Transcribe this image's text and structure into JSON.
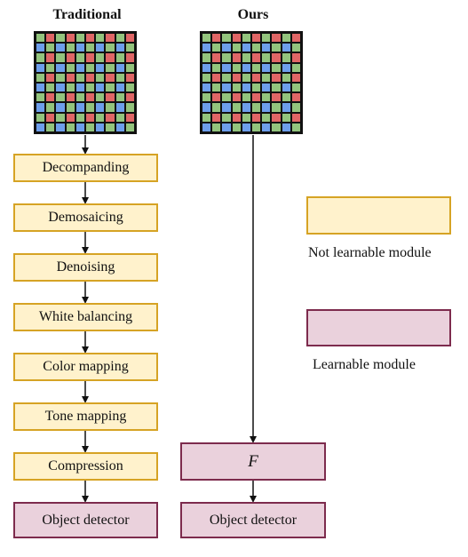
{
  "columns": {
    "left_title": "Traditional",
    "right_title": "Ours"
  },
  "bayer_colors": {
    "red": "#e06666",
    "green": "#93c47d",
    "blue": "#6d9eeb"
  },
  "pipeline": [
    "Decompanding",
    "Demosaicing",
    "Denoising",
    "White balancing",
    "Color mapping",
    "Tone mapping",
    "Compression",
    "Object detector"
  ],
  "ours": {
    "f_label": "F",
    "detector_label": "Object detector"
  },
  "legend": {
    "not_learnable": "Not learnable module",
    "learnable": "Learnable module"
  },
  "colors": {
    "fixed_fill": "#fff2cc",
    "fixed_border": "#d6a324",
    "learn_fill": "#ead1dc",
    "learn_border": "#7d2b4d"
  }
}
